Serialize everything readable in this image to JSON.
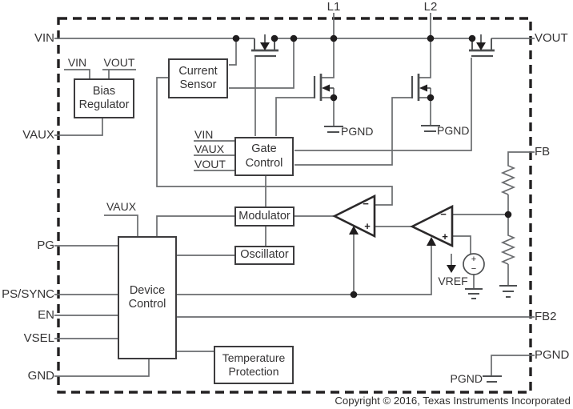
{
  "diagram": {
    "type": "functional-block-diagram",
    "copyright": "Copyright © 2016, Texas Instruments Incorporated",
    "colors": {
      "background": "#ffffff",
      "wire": "#6a6c6f",
      "symbol": "#4e5052",
      "solid": "#1f1d1e",
      "box_border": "#3d3c3e",
      "text": "#343334"
    }
  },
  "pins": {
    "left": [
      {
        "label": "VIN"
      },
      {
        "label": "VAUX"
      },
      {
        "label": "PG"
      },
      {
        "label": "PS/SYNC"
      },
      {
        "label": "EN"
      },
      {
        "label": "VSEL"
      },
      {
        "label": "GND"
      }
    ],
    "right": [
      {
        "label": "VOUT"
      },
      {
        "label": "FB"
      },
      {
        "label": "FB2"
      },
      {
        "label": "PGND"
      }
    ],
    "top": [
      {
        "label": "L1"
      },
      {
        "label": "L2"
      }
    ]
  },
  "blocks": {
    "bias_regulator": {
      "line1": "Bias",
      "line2": "Regulator"
    },
    "current_sensor": {
      "line1": "Current",
      "line2": "Sensor"
    },
    "gate_control": {
      "line1": "Gate",
      "line2": "Control"
    },
    "modulator": {
      "label": "Modulator"
    },
    "oscillator": {
      "label": "Oscillator"
    },
    "device_control": {
      "line1": "Device",
      "line2": "Control"
    },
    "temperature_protection": {
      "line1": "Temperature",
      "line2": "Protection"
    }
  },
  "labels": {
    "bias_inputs": [
      "VIN",
      "VOUT"
    ],
    "gate_inputs": [
      "VIN",
      "VAUX",
      "VOUT"
    ],
    "device_input": "VAUX",
    "ground_labels": [
      "PGND",
      "PGND",
      "PGND"
    ],
    "vref": "VREF",
    "minus": "−",
    "plus": "+"
  }
}
